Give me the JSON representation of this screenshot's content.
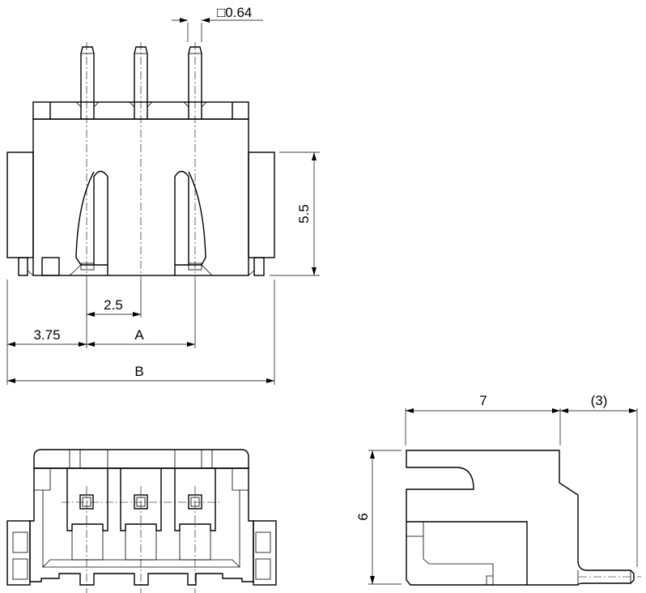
{
  "dimensions": {
    "pin_size": "□0.64",
    "height_top_view": "5.5",
    "pitch": "2.5",
    "edge_offset": "3.75",
    "dim_a": "A",
    "dim_b": "B",
    "depth": "7",
    "pin_protrusion": "(3)",
    "height_side_view": "6"
  }
}
